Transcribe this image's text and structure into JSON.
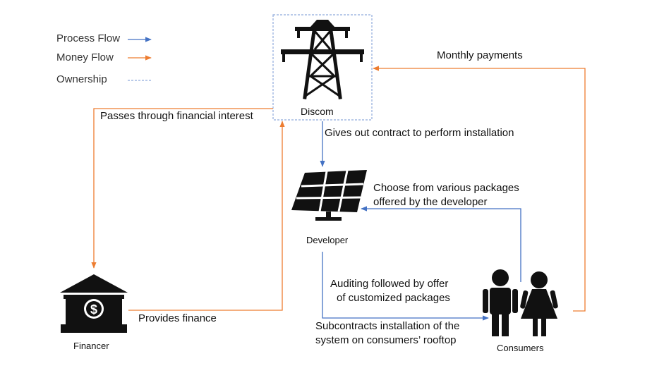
{
  "legend": {
    "process_flow": "Process Flow",
    "money_flow": "Money Flow",
    "ownership": "Ownership"
  },
  "colors": {
    "process": "#4472C4",
    "money": "#ED7D31",
    "ownership": "#8FAADC",
    "icon": "#111111"
  },
  "nodes": {
    "discom": "Discom",
    "developer": "Developer",
    "financer": "Financer",
    "consumers": "Consumers"
  },
  "flows": {
    "monthly_payments": "Monthly payments",
    "financial_interest": "Passes through financial interest",
    "contract": "Gives out contract to perform installation",
    "packages_line1": "Choose from various packages",
    "packages_line2": "offered by the developer",
    "auditing_line1": "Auditing followed by offer",
    "auditing_line2": "of customized packages",
    "provides_finance": "Provides finance",
    "subcontract_line1": "Subcontracts installation of the",
    "subcontract_line2": "system on consumers’ rooftop"
  },
  "icons": {
    "discom": "transmission-tower-icon",
    "developer": "solar-panel-icon",
    "financer": "bank-icon",
    "consumers": "people-icon"
  }
}
